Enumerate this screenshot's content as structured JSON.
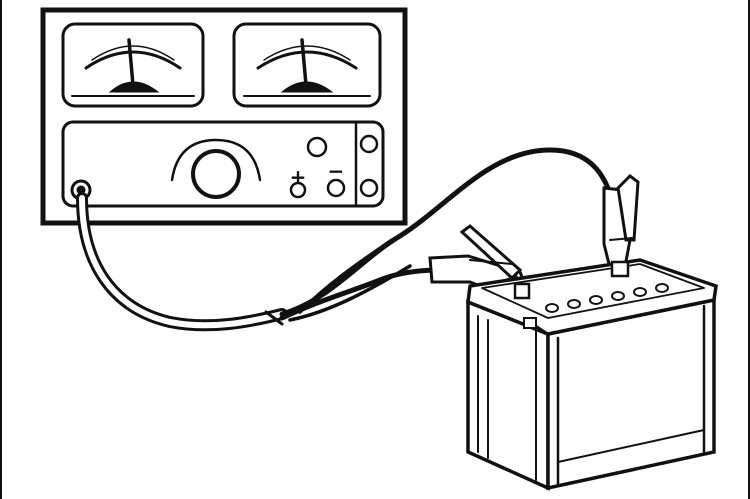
{
  "diagram": {
    "colors": {
      "ink": "#111111",
      "paper": "#ffffff"
    },
    "tester": {
      "meters": [
        {
          "icon": "analog-meter-icon",
          "needle": "centered"
        },
        {
          "icon": "analog-meter-icon",
          "needle": "centered"
        }
      ],
      "controls": {
        "knob_icon": "rotary-knob-icon",
        "positive_symbol": "+",
        "negative_symbol": "−"
      }
    },
    "battery": {
      "cell_caps": 6
    },
    "cables": [
      {
        "icon": "alligator-clip-icon",
        "terminal": "positive"
      },
      {
        "icon": "alligator-clip-icon",
        "terminal": "negative"
      }
    ]
  }
}
